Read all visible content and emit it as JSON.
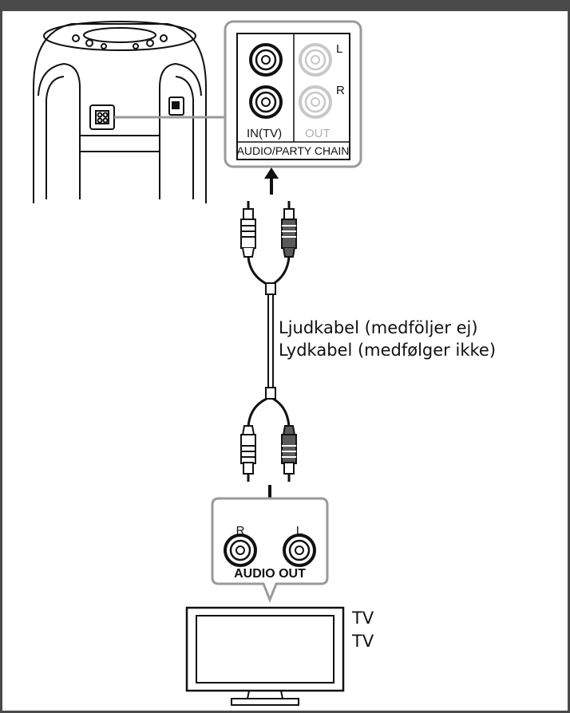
{
  "speaker_panel": {
    "jack_in_label": "IN(TV)",
    "jack_out_label": "OUT",
    "channel_l": "L",
    "channel_r": "R",
    "panel_label": "AUDIO/PARTY CHAIN"
  },
  "cable": {
    "label_sv": "Ljudkabel (medföljer ej)",
    "label_no": "Lydkabel (medfølger ikke)"
  },
  "tv_panel": {
    "channel_r": "R",
    "channel_l": "L",
    "panel_label": "AUDIO OUT"
  },
  "tv": {
    "label_sv": "TV",
    "label_no": "TV"
  },
  "colors": {
    "frame": "#4a4a4a",
    "line": "#111111",
    "grey_callout": "#9a9a9a",
    "inactive_jack": "#c8c8c8",
    "plug_dark": "#5a5a5a"
  }
}
